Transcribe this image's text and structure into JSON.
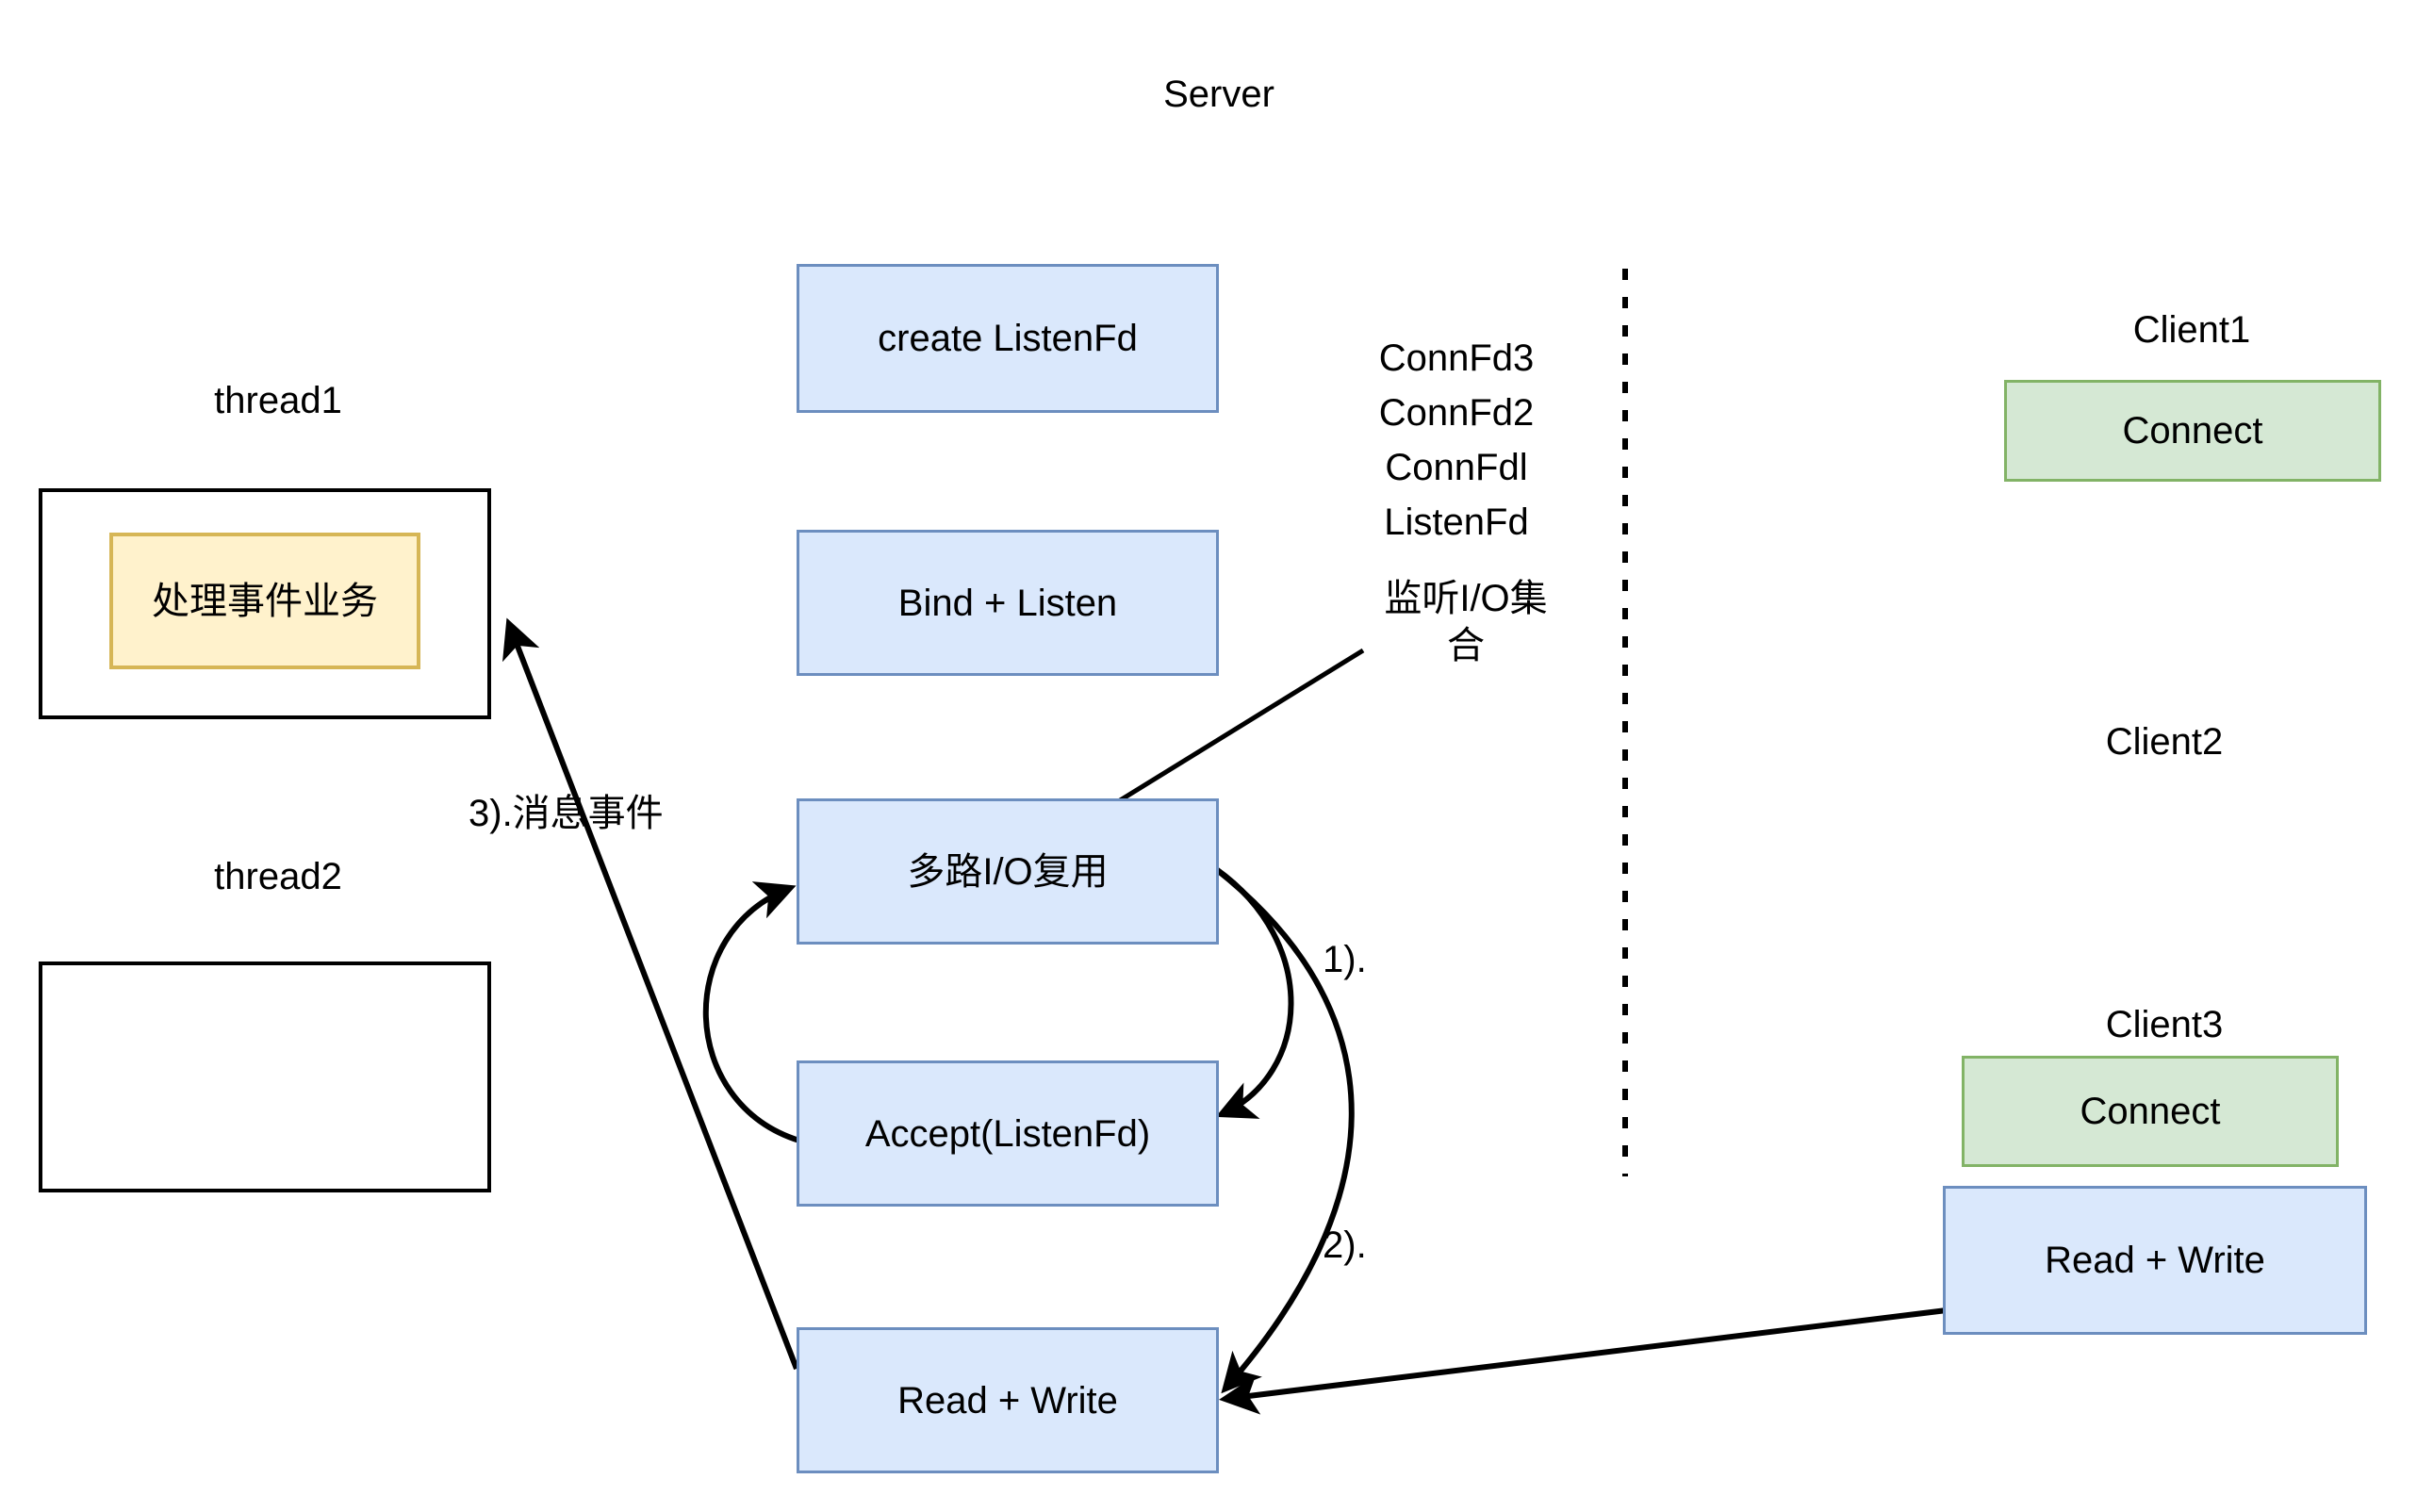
{
  "diagram": {
    "title": "Server",
    "server": {
      "title": "Server",
      "steps": [
        {
          "id": "create-listenfd",
          "label": "create ListenFd"
        },
        {
          "id": "bind-listen",
          "label": "Bind + Listen"
        },
        {
          "id": "io-multiplex",
          "label": "多路I/O复用"
        },
        {
          "id": "accept",
          "label": "Accept(ListenFd)"
        },
        {
          "id": "read-write",
          "label": "Read + Write"
        }
      ]
    },
    "fd_set": {
      "entries": [
        "ConnFd3",
        "ConnFd2",
        "ConnFdl",
        "ListenFd"
      ],
      "caption": "监听I/O集\n合"
    },
    "threads": [
      {
        "id": "thread1",
        "label": "thread1",
        "content": "处理事件业务"
      },
      {
        "id": "thread2",
        "label": "thread2",
        "content": ""
      }
    ],
    "clients": [
      {
        "id": "client1",
        "label": "Client1",
        "boxes": [
          {
            "label": "Connect",
            "color": "green"
          }
        ]
      },
      {
        "id": "client2",
        "label": "Client2",
        "boxes": []
      },
      {
        "id": "client3",
        "label": "Client3",
        "boxes": [
          {
            "label": "Connect",
            "color": "green"
          },
          {
            "label": "Read + Write",
            "color": "blue"
          }
        ]
      }
    ],
    "edge_labels": {
      "step1": "1).",
      "step2": "2).",
      "step3": "3).消息事件"
    },
    "colors": {
      "blue_fill": "#dae8fc",
      "blue_stroke": "#6c8ebf",
      "green_fill": "#d5e8d4",
      "green_stroke": "#82b366",
      "yellow_fill": "#fff2cc",
      "yellow_stroke": "#d6b656",
      "line": "#000000",
      "background": "#ffffff"
    }
  }
}
